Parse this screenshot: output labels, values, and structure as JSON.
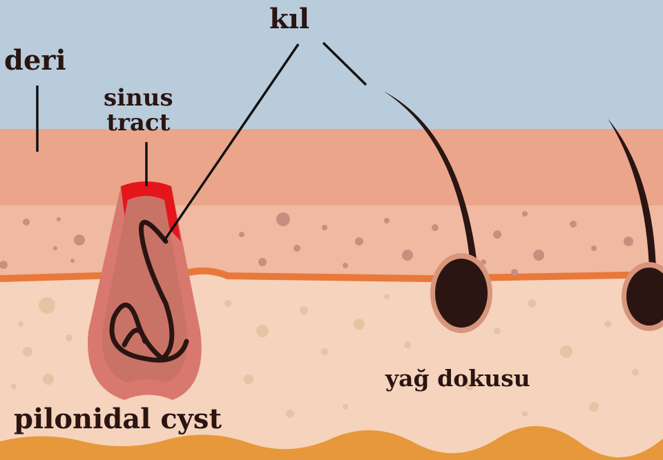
{
  "labels": {
    "skin": "deri",
    "hair": "kıl",
    "sinus_line1": "sinus",
    "sinus_line2": "tract",
    "fat": "yağ dokusu",
    "cyst": "pilonidal cyst"
  },
  "colors": {
    "sky": "#b9ccdb",
    "epidermis": "#eba58b",
    "dermis": "#f0b9a1",
    "border": "#e8793a",
    "fat": "#f5d3bd",
    "base": "#e6983a",
    "hair": "#2a1512",
    "inflammation": "#e4161b"
  }
}
